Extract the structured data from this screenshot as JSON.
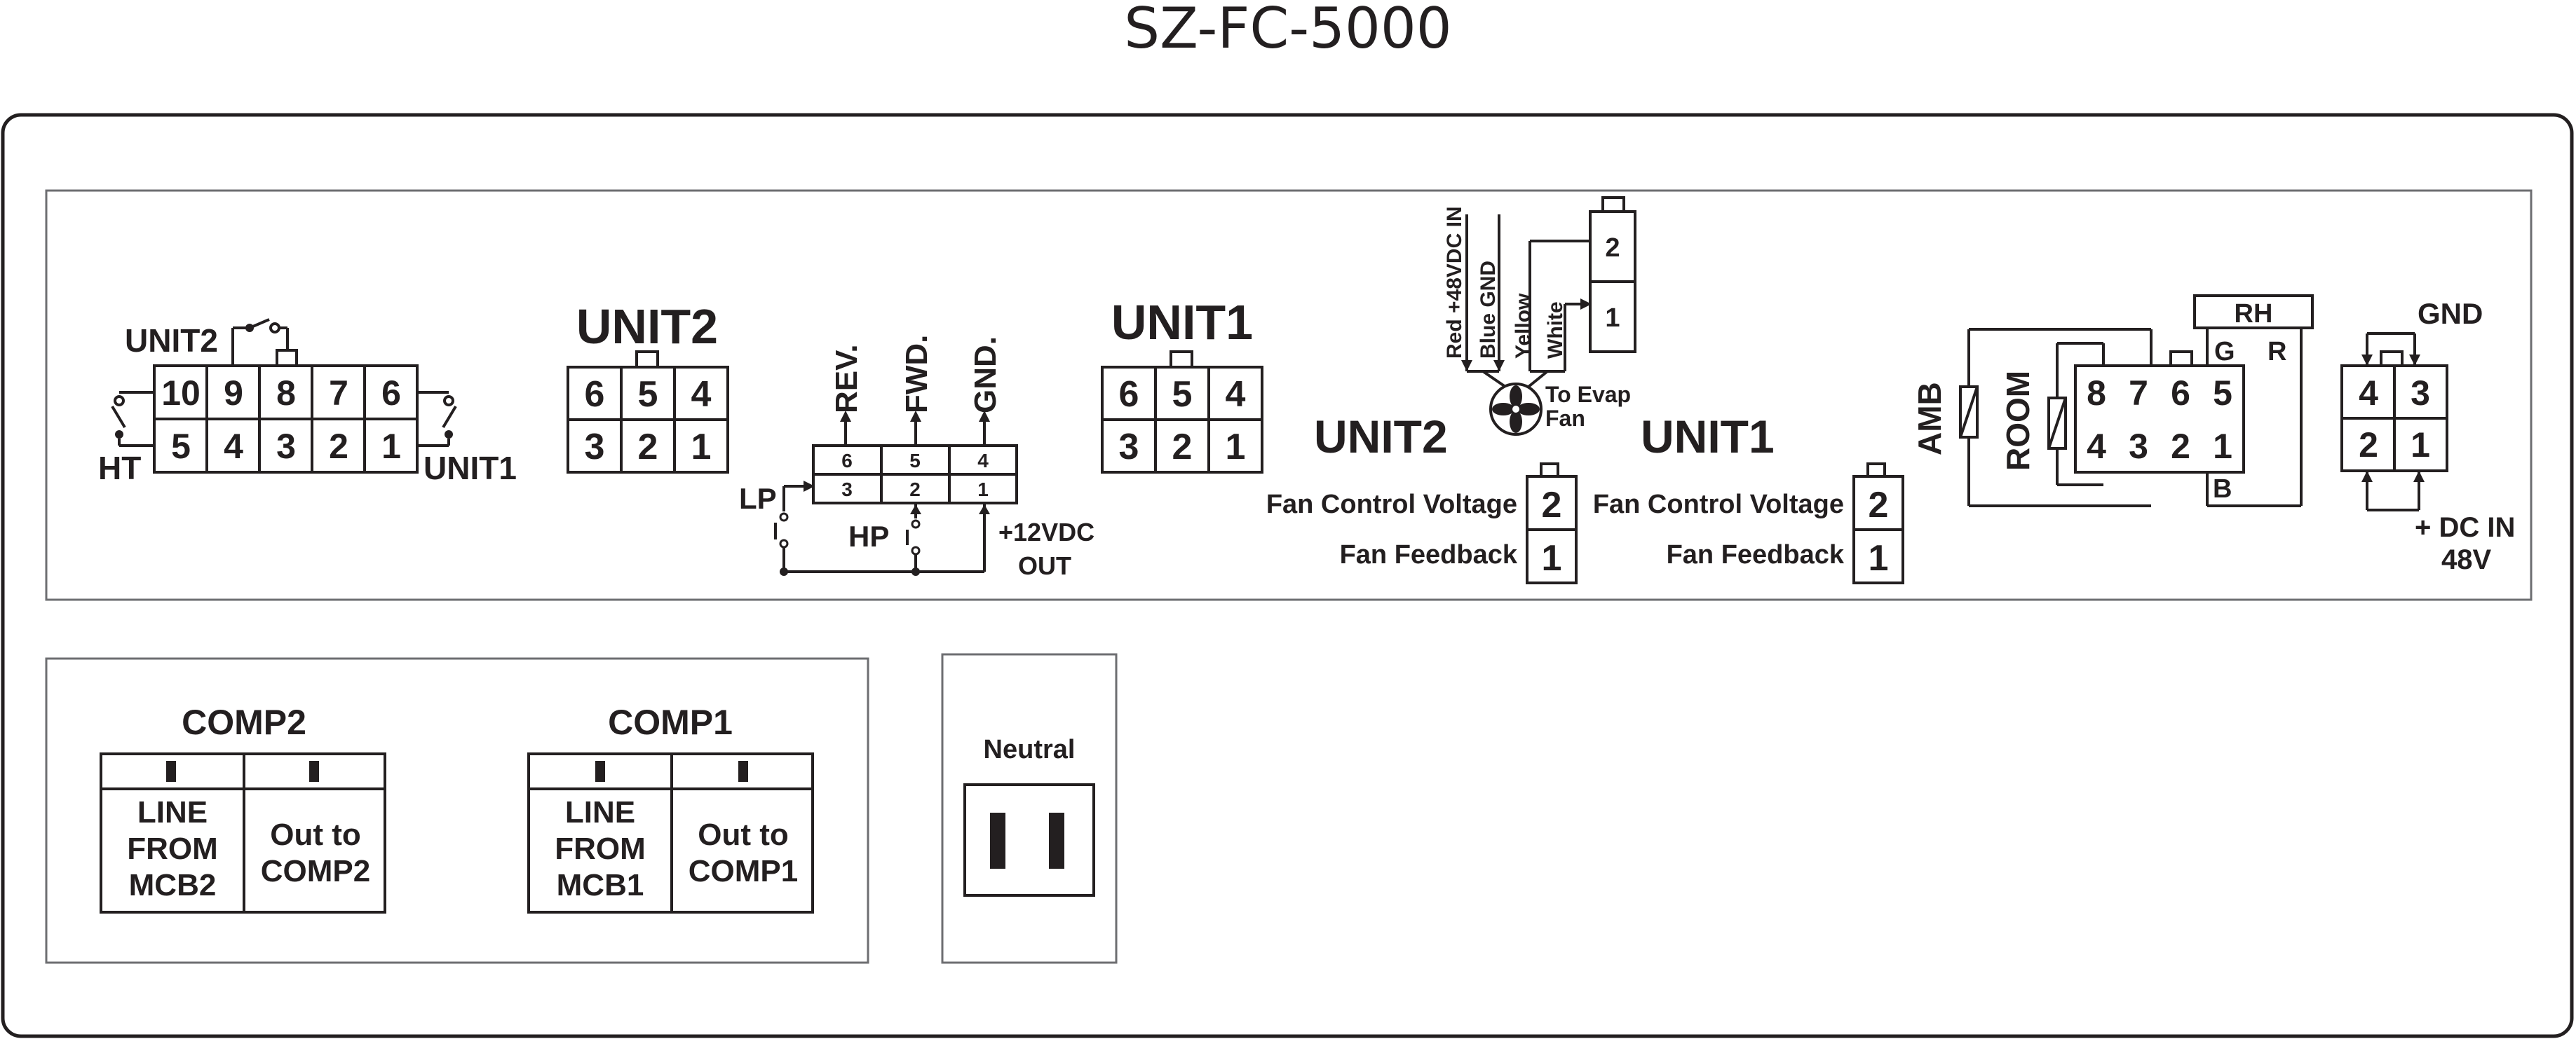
{
  "title": "SZ-FC-5000",
  "colors": {
    "ink": "#231f20",
    "panel_border": "#6d6e71",
    "background": "#ffffff"
  },
  "top_panel": {
    "c10": {
      "top_label": "UNIT2",
      "left_label": "HT",
      "right_label": "UNIT1",
      "top_row": [
        "10",
        "9",
        "8",
        "7",
        "6"
      ],
      "bottom_row": [
        "5",
        "4",
        "3",
        "2",
        "1"
      ]
    },
    "unit2_6pin": {
      "title": "UNIT2",
      "top_row": [
        "6",
        "5",
        "4"
      ],
      "bottom_row": [
        "3",
        "2",
        "1"
      ]
    },
    "pressure": {
      "arrow_labels": [
        "REV.",
        "FWD.",
        "GND."
      ],
      "top_row": [
        "6",
        "5",
        "4"
      ],
      "bottom_row": [
        "3",
        "2",
        "1"
      ],
      "lp_label": "LP",
      "hp_label": "HP",
      "out_label_1": "+12VDC",
      "out_label_2": "OUT"
    },
    "unit1_6pin": {
      "title": "UNIT1",
      "top_row": [
        "6",
        "5",
        "4"
      ],
      "bottom_row": [
        "3",
        "2",
        "1"
      ]
    },
    "evap_fan": {
      "wire_labels": [
        "Red +48VDC IN",
        "Blue GND",
        "Yellow",
        "White"
      ],
      "connector_pins": [
        "2",
        "1"
      ],
      "fan_label_1": "To Evap",
      "fan_label_2": "Fan"
    },
    "unit2_fan": {
      "title": "UNIT2",
      "pin2_label": "Fan Control Voltage",
      "pin1_label": "Fan Feedback",
      "pins": [
        "2",
        "1"
      ]
    },
    "unit1_fan": {
      "title": "UNIT1",
      "pin2_label": "Fan Control Voltage",
      "pin1_label": "Fan Feedback",
      "pins": [
        "2",
        "1"
      ]
    },
    "sensors": {
      "amb_label": "AMB",
      "room_label": "ROOM",
      "rh_label": "RH",
      "g_label": "G",
      "r_label": "R",
      "b_label": "B",
      "top_row": [
        "8",
        "7",
        "6",
        "5"
      ],
      "bottom_row": [
        "4",
        "3",
        "2",
        "1"
      ]
    },
    "power": {
      "gnd_label": "GND",
      "dc_label_1": "+ DC IN",
      "dc_label_2": "48V",
      "top_row": [
        "4",
        "3"
      ],
      "bottom_row": [
        "2",
        "1"
      ]
    }
  },
  "bottom_left_panel": {
    "comp2": {
      "title": "COMP2",
      "left_lines": [
        "LINE",
        "FROM",
        "MCB2"
      ],
      "right_lines": [
        "Out to",
        "COMP2"
      ]
    },
    "comp1": {
      "title": "COMP1",
      "left_lines": [
        "LINE",
        "FROM",
        "MCB1"
      ],
      "right_lines": [
        "Out to",
        "COMP1"
      ]
    }
  },
  "neutral_panel": {
    "title": "Neutral"
  }
}
